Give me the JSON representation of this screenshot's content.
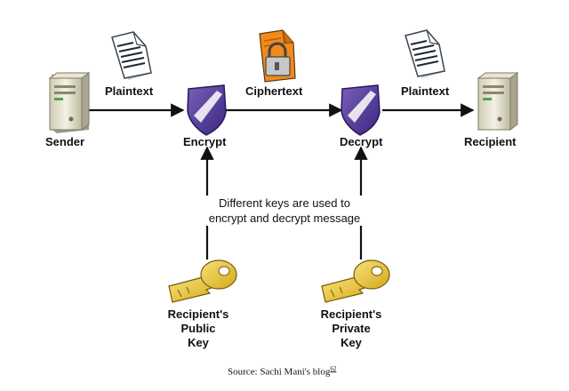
{
  "nodes": {
    "sender": "Sender",
    "encrypt": "Encrypt",
    "decrypt": "Decrypt",
    "recipient": "Recipient"
  },
  "edges": {
    "plaintext_left": "Plaintext",
    "ciphertext": "Ciphertext",
    "plaintext_right": "Plaintext"
  },
  "note": {
    "line1": "Different keys are used to",
    "line2": "encrypt and decrypt message"
  },
  "keys": {
    "public": [
      "Recipient's",
      "Public",
      "Key"
    ],
    "private": [
      "Recipient's",
      "Private",
      "Key"
    ]
  },
  "source": {
    "text": "Source: Sachi Mani's blog",
    "ref": "62"
  }
}
